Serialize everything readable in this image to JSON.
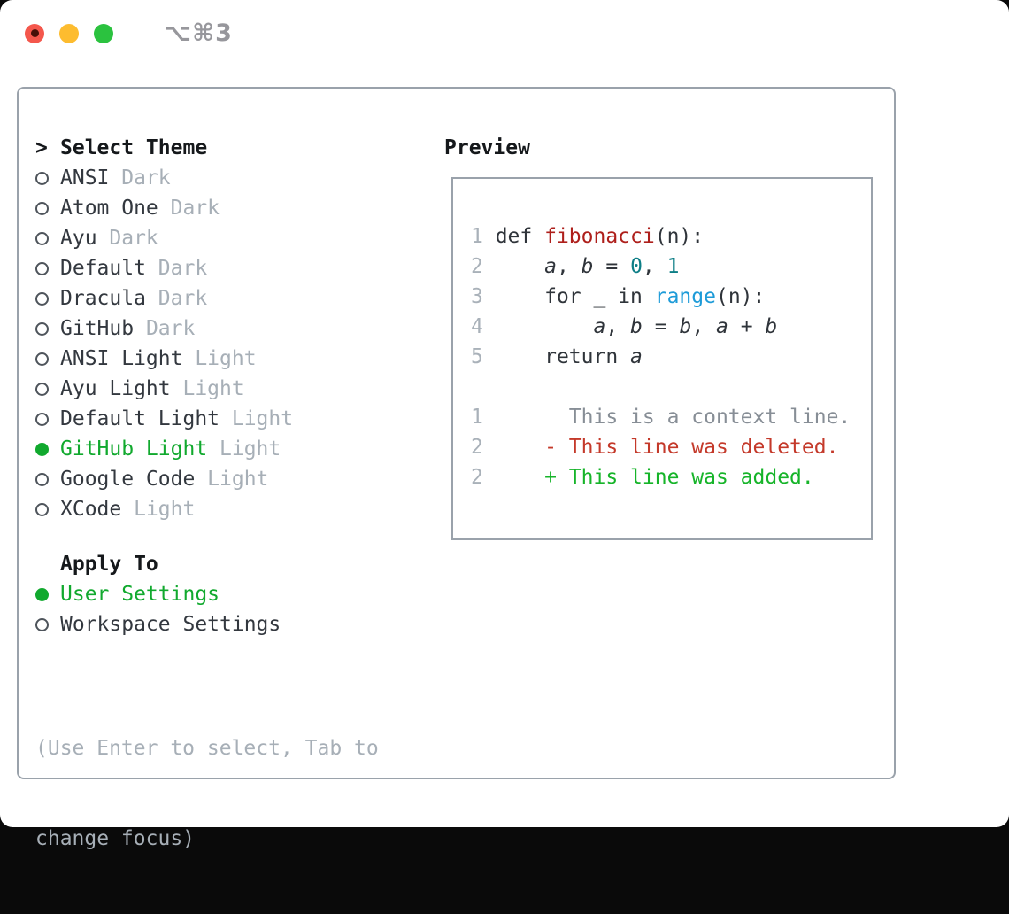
{
  "window": {
    "title": "⌥⌘3"
  },
  "colors": {
    "page-bg": "#0a0a0a",
    "window-bg": "#ffffff",
    "border-gray": "#9aa2ab",
    "text-dark": "#33383f",
    "text-header": "#15181b",
    "text-gray": "#a7afb7",
    "green-selected": "#11a92e",
    "green-added": "#16b429",
    "red-deleted": "#c4392a",
    "code-red": "#ae1f1b",
    "code-teal": "#0d7e86",
    "code-blue": "#1d9bd8",
    "code-text": "#2f343a",
    "ctx-gray": "#878e96",
    "linenum-gray": "#a9b1b9",
    "light-red": "#f4574c",
    "light-yellow": "#fdbc2f",
    "light-green": "#2bc23f",
    "title-gray": "#97979c",
    "circle-stroke": "#4e545b"
  },
  "theme_panel": {
    "cursor": ">",
    "header": "Select Theme",
    "themes": [
      {
        "name": "ANSI",
        "variant": "Dark",
        "selected": false
      },
      {
        "name": "Atom One",
        "variant": "Dark",
        "selected": false
      },
      {
        "name": "Ayu",
        "variant": "Dark",
        "selected": false
      },
      {
        "name": "Default",
        "variant": "Dark",
        "selected": false
      },
      {
        "name": "Dracula",
        "variant": "Dark",
        "selected": false
      },
      {
        "name": "GitHub",
        "variant": "Dark",
        "selected": false
      },
      {
        "name": "ANSI Light",
        "variant": "Light",
        "selected": false
      },
      {
        "name": "Ayu Light",
        "variant": "Light",
        "selected": false
      },
      {
        "name": "Default Light",
        "variant": "Light",
        "selected": false
      },
      {
        "name": "GitHub Light",
        "variant": "Light",
        "selected": true
      },
      {
        "name": "Google Code",
        "variant": "Light",
        "selected": false
      },
      {
        "name": "XCode",
        "variant": "Light",
        "selected": false
      }
    ],
    "apply_to": {
      "header": "Apply To",
      "options": [
        {
          "label": "User Settings",
          "selected": true
        },
        {
          "label": "Workspace Settings",
          "selected": false
        }
      ]
    },
    "hint_lines": [
      "(Use Enter to select, Tab to",
      "change focus)"
    ]
  },
  "preview": {
    "title": "Preview",
    "code_lines": [
      {
        "num": "1",
        "segs": [
          {
            "t": "def ",
            "c": "code"
          },
          {
            "t": "fibonacci",
            "c": "red"
          },
          {
            "t": "(n):",
            "c": "code"
          }
        ]
      },
      {
        "num": "2",
        "segs": [
          {
            "t": "    ",
            "c": "code"
          },
          {
            "t": "a",
            "c": "var"
          },
          {
            "t": ", ",
            "c": "code"
          },
          {
            "t": "b",
            "c": "var"
          },
          {
            "t": " = ",
            "c": "code"
          },
          {
            "t": "0",
            "c": "num"
          },
          {
            "t": ", ",
            "c": "code"
          },
          {
            "t": "1",
            "c": "num"
          }
        ]
      },
      {
        "num": "3",
        "segs": [
          {
            "t": "    for _ in ",
            "c": "code"
          },
          {
            "t": "range",
            "c": "blue"
          },
          {
            "t": "(n):",
            "c": "code"
          }
        ]
      },
      {
        "num": "4",
        "segs": [
          {
            "t": "        ",
            "c": "code"
          },
          {
            "t": "a",
            "c": "var"
          },
          {
            "t": ", ",
            "c": "code"
          },
          {
            "t": "b",
            "c": "var"
          },
          {
            "t": " = ",
            "c": "code"
          },
          {
            "t": "b",
            "c": "var"
          },
          {
            "t": ", ",
            "c": "code"
          },
          {
            "t": "a",
            "c": "var"
          },
          {
            "t": " + ",
            "c": "code"
          },
          {
            "t": "b",
            "c": "var"
          }
        ]
      },
      {
        "num": "5",
        "segs": [
          {
            "t": "    return ",
            "c": "code"
          },
          {
            "t": "a",
            "c": "var"
          }
        ]
      }
    ],
    "diff_lines": [
      {
        "num": "1",
        "segs": [
          {
            "t": "      This is a context line.",
            "c": "ctx"
          }
        ]
      },
      {
        "num": "2",
        "segs": [
          {
            "t": "    - This line was deleted.",
            "c": "del"
          }
        ]
      },
      {
        "num": "2",
        "segs": [
          {
            "t": "    + This line was added.",
            "c": "add"
          }
        ]
      }
    ]
  }
}
